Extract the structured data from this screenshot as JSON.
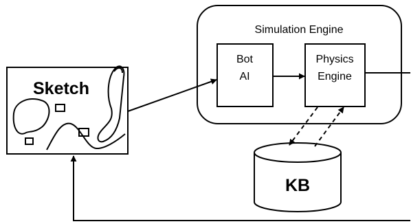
{
  "sketch": {
    "label": "Sketch"
  },
  "simulation_engine": {
    "title": "Simulation Engine"
  },
  "bot_ai": {
    "line1": "Bot",
    "line2": "AI"
  },
  "physics_engine": {
    "line1": "Physics",
    "line2": "Engine"
  },
  "knowledge_base": {
    "label": "KB"
  }
}
